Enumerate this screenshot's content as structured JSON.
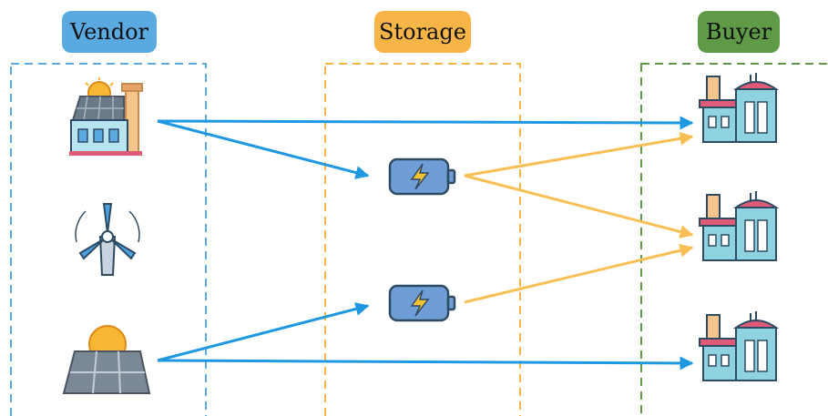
{
  "groups": [
    {
      "label": "Vendor",
      "color": "#5aa9e0"
    },
    {
      "label": "Storage",
      "color": "#f7b547"
    },
    {
      "label": "Buyer",
      "color": "#5f9a47"
    }
  ],
  "vendors": [
    {
      "icon": "solar-factory-icon"
    },
    {
      "icon": "wind-turbine-icon"
    },
    {
      "icon": "solar-panel-icon"
    }
  ],
  "storage": [
    {
      "icon": "battery-icon"
    },
    {
      "icon": "battery-icon"
    }
  ],
  "buyers": [
    {
      "icon": "factory-building-icon"
    },
    {
      "icon": "factory-building-icon"
    },
    {
      "icon": "factory-building-icon"
    }
  ],
  "flows": [
    {
      "from": "vendor-1",
      "to": "buyer-1",
      "color": "#1e98e0"
    },
    {
      "from": "vendor-1",
      "to": "storage-1",
      "color": "#1e98e0"
    },
    {
      "from": "storage-1",
      "to": "buyer-1",
      "color": "#f9bf55"
    },
    {
      "from": "storage-1",
      "to": "buyer-2",
      "color": "#f9bf55"
    },
    {
      "from": "vendor-3",
      "to": "storage-2",
      "color": "#1e98e0"
    },
    {
      "from": "storage-2",
      "to": "buyer-2",
      "color": "#f9bf55"
    },
    {
      "from": "vendor-3",
      "to": "buyer-3",
      "color": "#1e98e0"
    }
  ]
}
